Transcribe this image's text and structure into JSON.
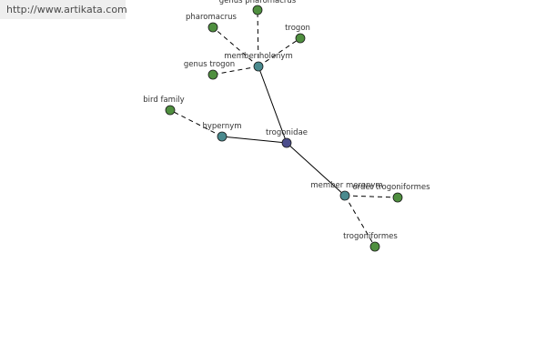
{
  "header": {
    "url": "http://www.artikata.com"
  },
  "colors": {
    "center": "#4b4d8c",
    "relation": "#4a8a8e",
    "leaf": "#4f8f3f",
    "stroke": "#1a1a1a"
  },
  "graph": {
    "nodes": [
      {
        "id": "trogonidae",
        "label": "trogonidae",
        "kind": "center"
      },
      {
        "id": "hypernym",
        "label": "hypernym",
        "kind": "relation"
      },
      {
        "id": "member-holonym",
        "label": "member holonym",
        "kind": "relation"
      },
      {
        "id": "member-meronym",
        "label": "member meronym",
        "kind": "relation"
      },
      {
        "id": "bird-family",
        "label": "bird family",
        "kind": "leaf"
      },
      {
        "id": "genus-pharomacrus",
        "label": "genus pharomacrus",
        "kind": "leaf"
      },
      {
        "id": "pharomacrus",
        "label": "pharomacrus",
        "kind": "leaf"
      },
      {
        "id": "trogon",
        "label": "trogon",
        "kind": "leaf"
      },
      {
        "id": "genus-trogon",
        "label": "genus trogon",
        "kind": "leaf"
      },
      {
        "id": "order-trogoniformes",
        "label": "order trogoniformes",
        "kind": "leaf"
      },
      {
        "id": "trogoniformes",
        "label": "trogoniformes",
        "kind": "leaf"
      }
    ],
    "edges": [
      {
        "from": "trogonidae",
        "to": "hypernym",
        "style": "solid"
      },
      {
        "from": "trogonidae",
        "to": "member-holonym",
        "style": "solid"
      },
      {
        "from": "trogonidae",
        "to": "member-meronym",
        "style": "solid"
      },
      {
        "from": "hypernym",
        "to": "bird-family",
        "style": "dashed"
      },
      {
        "from": "member-holonym",
        "to": "genus-pharomacrus",
        "style": "dashed"
      },
      {
        "from": "member-holonym",
        "to": "pharomacrus",
        "style": "dashed"
      },
      {
        "from": "member-holonym",
        "to": "trogon",
        "style": "dashed"
      },
      {
        "from": "member-holonym",
        "to": "genus-trogon",
        "style": "dashed"
      },
      {
        "from": "member-meronym",
        "to": "order-trogoniformes",
        "style": "dashed"
      },
      {
        "from": "member-meronym",
        "to": "trogoniformes",
        "style": "dashed"
      }
    ]
  }
}
